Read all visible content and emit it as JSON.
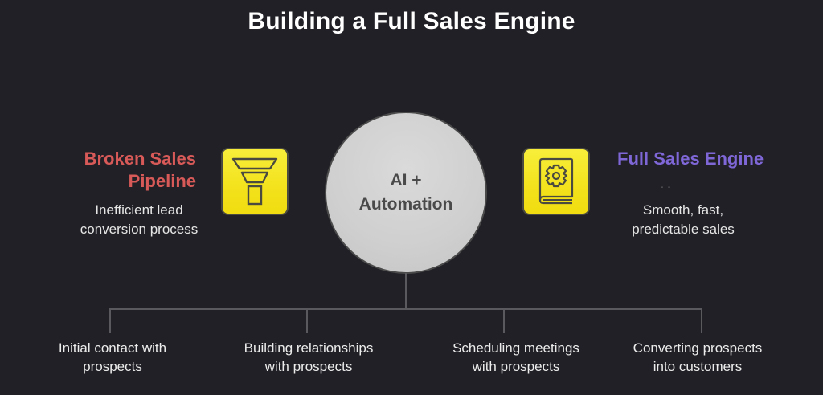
{
  "title": "Building a Full Sales Engine",
  "left": {
    "heading_line1": "Broken Sales",
    "heading_line2": "Pipeline",
    "desc_line1": "Inefficient lead",
    "desc_line2": "conversion process",
    "icon": "funnel-icon",
    "heading_color": "#d85a58"
  },
  "center": {
    "line1": "AI +",
    "line2": "Automation"
  },
  "right": {
    "heading": "Full Sales Engine",
    "desc_line1": "Smooth, fast,",
    "desc_line2": "predictable sales",
    "icon": "gear-book-icon",
    "heading_color": "#7f67d8"
  },
  "steps": [
    {
      "line1": "Initial contact with",
      "line2": "prospects"
    },
    {
      "line1": "Building relationships",
      "line2": "with prospects"
    },
    {
      "line1": "Scheduling meetings",
      "line2": "with prospects"
    },
    {
      "line1": "Converting prospects",
      "line2": "into customers"
    }
  ],
  "colors": {
    "background": "#202026",
    "icon_box": "#f5e526",
    "hub": "#d0d0d0",
    "connector": "#5a5a5e"
  }
}
